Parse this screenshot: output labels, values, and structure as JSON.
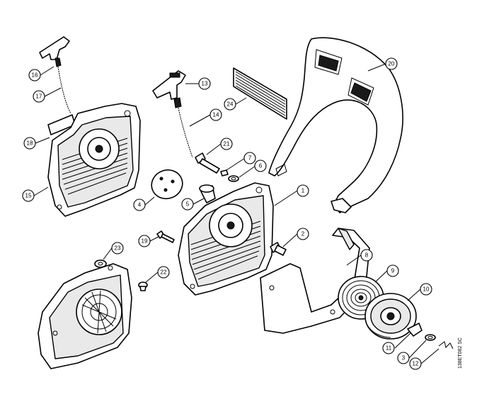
{
  "drawing_code": "138ET082 SC",
  "callouts": [
    {
      "id": "c1",
      "label": "1"
    },
    {
      "id": "c2",
      "label": "2"
    },
    {
      "id": "c3",
      "label": "3"
    },
    {
      "id": "c4",
      "label": "4"
    },
    {
      "id": "c5",
      "label": "5"
    },
    {
      "id": "c6",
      "label": "6"
    },
    {
      "id": "c7",
      "label": "7"
    },
    {
      "id": "c8",
      "label": "8"
    },
    {
      "id": "c9",
      "label": "9"
    },
    {
      "id": "c10",
      "label": "10"
    },
    {
      "id": "c11",
      "label": "11"
    },
    {
      "id": "c12",
      "label": "12"
    },
    {
      "id": "c13",
      "label": "13"
    },
    {
      "id": "c14",
      "label": "14"
    },
    {
      "id": "c15",
      "label": "15"
    },
    {
      "id": "c16",
      "label": "16"
    },
    {
      "id": "c17",
      "label": "17"
    },
    {
      "id": "c18",
      "label": "18"
    },
    {
      "id": "c19",
      "label": "19"
    },
    {
      "id": "c20",
      "label": "20"
    },
    {
      "id": "c21",
      "label": "21"
    },
    {
      "id": "c22",
      "label": "22"
    },
    {
      "id": "c23",
      "label": "23"
    },
    {
      "id": "c24",
      "label": "24"
    }
  ]
}
